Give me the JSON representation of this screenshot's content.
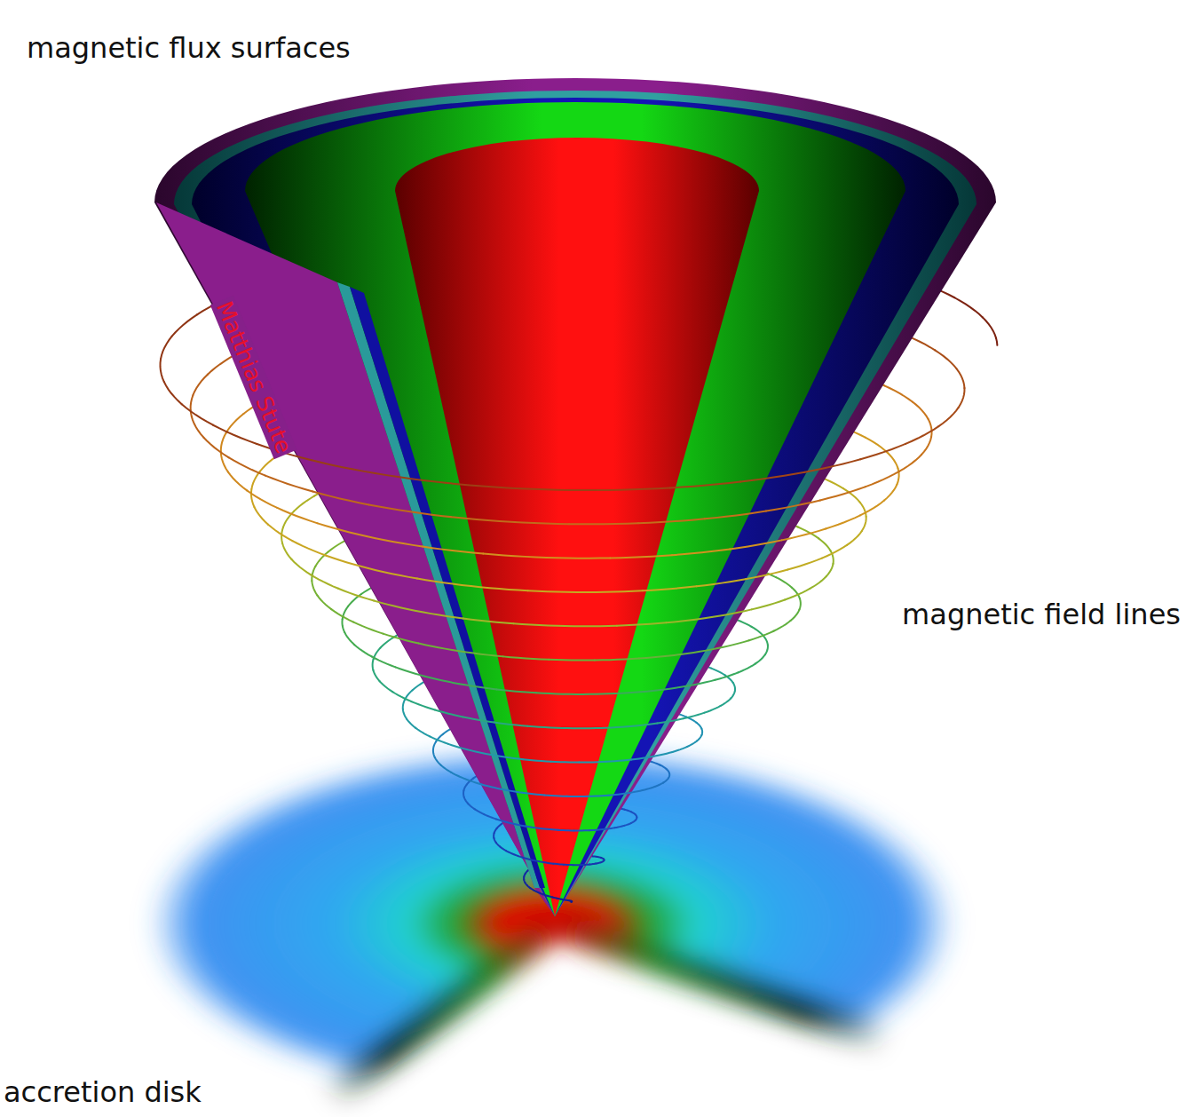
{
  "diagram": {
    "labels": [
      "magnetic flux surfaces",
      "magnetic field lines",
      "accretion disk",
      "Matthias Stute"
    ]
  }
}
